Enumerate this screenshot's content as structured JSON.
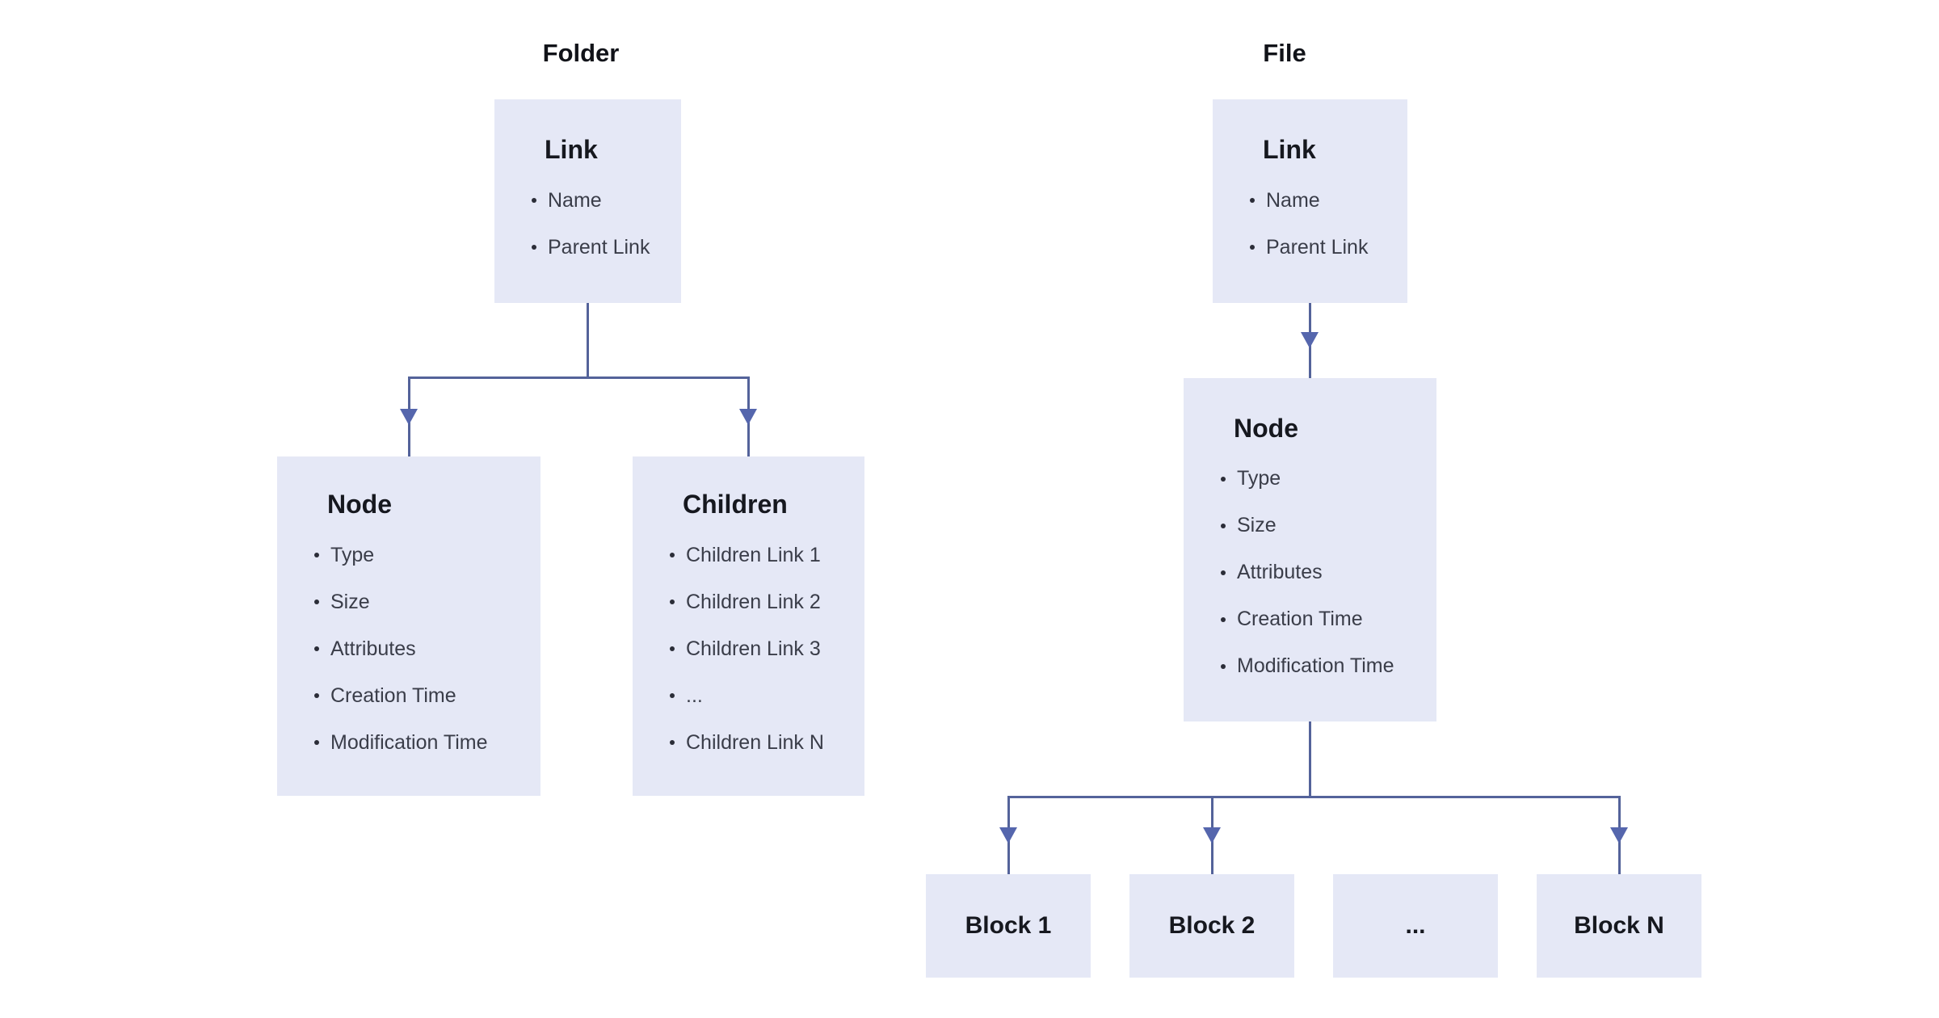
{
  "colors": {
    "background": "#ffffff",
    "box_fill": "#e5e8f6",
    "connector_line": "#54639a",
    "arrowhead": "#5566ad",
    "title_text": "#111319",
    "heading_text": "#16181f",
    "item_text": "#3a3d49",
    "bullet_dot": "#2b2d38"
  },
  "folder_tree": {
    "title": "Folder",
    "link_box": {
      "heading": "Link",
      "items": [
        "Name",
        "Parent Link"
      ]
    },
    "node_box": {
      "heading": "Node",
      "items": [
        "Type",
        "Size",
        "Attributes",
        "Creation Time",
        "Modification Time"
      ]
    },
    "children_box": {
      "heading": "Children",
      "items": [
        "Children Link 1",
        "Children Link 2",
        "Children Link 3",
        "...",
        "Children Link N"
      ]
    }
  },
  "file_tree": {
    "title": "File",
    "link_box": {
      "heading": "Link",
      "items": [
        "Name",
        "Parent Link"
      ]
    },
    "node_box": {
      "heading": "Node",
      "items": [
        "Type",
        "Size",
        "Attributes",
        "Creation Time",
        "Modification Time"
      ]
    },
    "blocks": [
      "Block 1",
      "Block 2",
      "...",
      "Block N"
    ]
  }
}
